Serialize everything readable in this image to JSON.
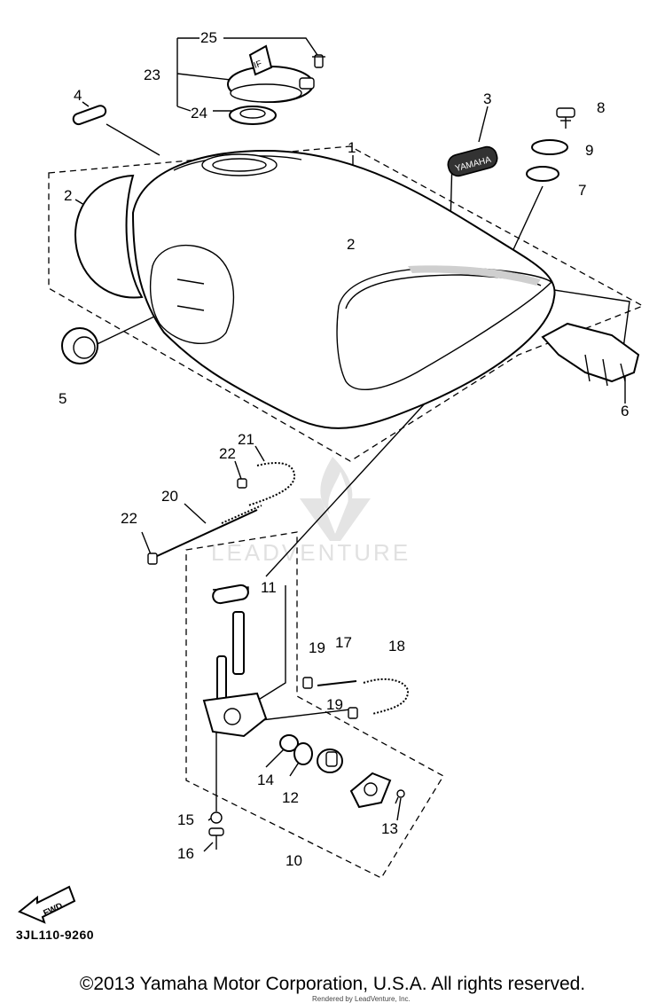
{
  "watermark": {
    "brand": "LEADVENTURE"
  },
  "diagram": {
    "code": "3JL110-9260",
    "front_label": "FWD",
    "emblem_text": "YAMAHA",
    "callouts": [
      "1",
      "2",
      "2",
      "3",
      "4",
      "5",
      "6",
      "7",
      "8",
      "9",
      "10",
      "11",
      "12",
      "13",
      "14",
      "15",
      "16",
      "17",
      "18",
      "19",
      "19",
      "20",
      "21",
      "22",
      "22",
      "23",
      "24",
      "25"
    ]
  },
  "footer": {
    "copyright": "©2013 Yamaha Motor Corporation, U.S.A. All rights reserved.",
    "rendered_by": "Rendered by LeadVenture, Inc."
  }
}
